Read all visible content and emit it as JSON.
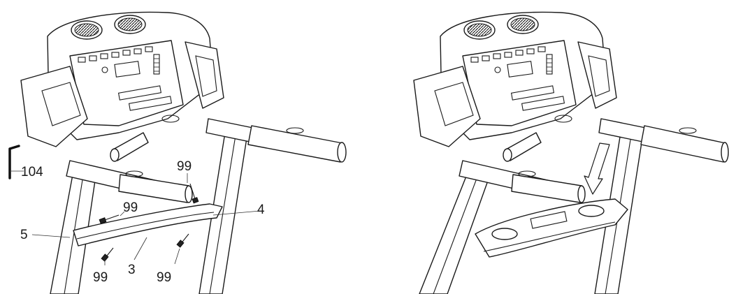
{
  "figure": {
    "left_panel": {
      "labels": {
        "allen_key": "104",
        "upright": "5",
        "bracket_cover": "3",
        "frame_connector": "4",
        "bolt_top": "99",
        "bolt_upper_left": "99",
        "bolt_lower_left": "99",
        "bolt_lower_right": "99"
      }
    },
    "right_panel": {}
  }
}
